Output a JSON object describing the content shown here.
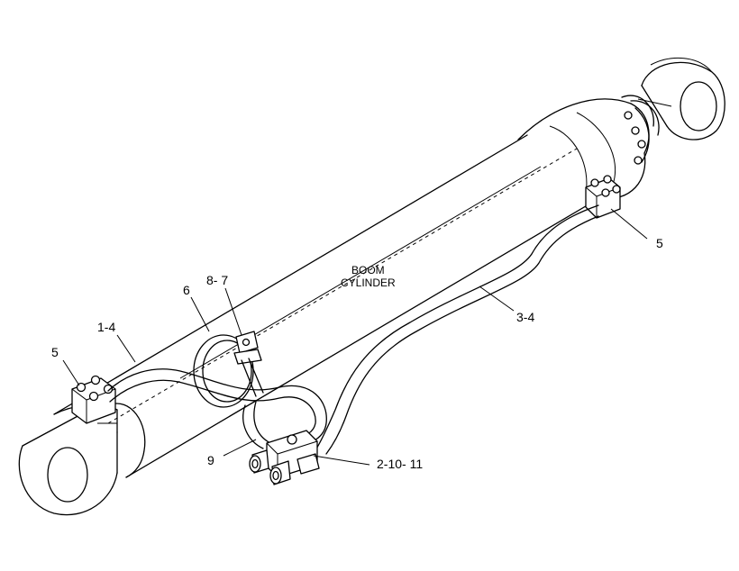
{
  "diagram": {
    "caption_line1": "BOOM",
    "caption_line2": "CYLINDER",
    "callouts": {
      "part_5_left": "5",
      "part_1_4": "1-4",
      "part_6": "6",
      "part_8_7": "8- 7",
      "part_9": "9",
      "part_2_10_11": "2-10- 11",
      "part_3_4": "3-4",
      "part_5_right": "5"
    }
  }
}
